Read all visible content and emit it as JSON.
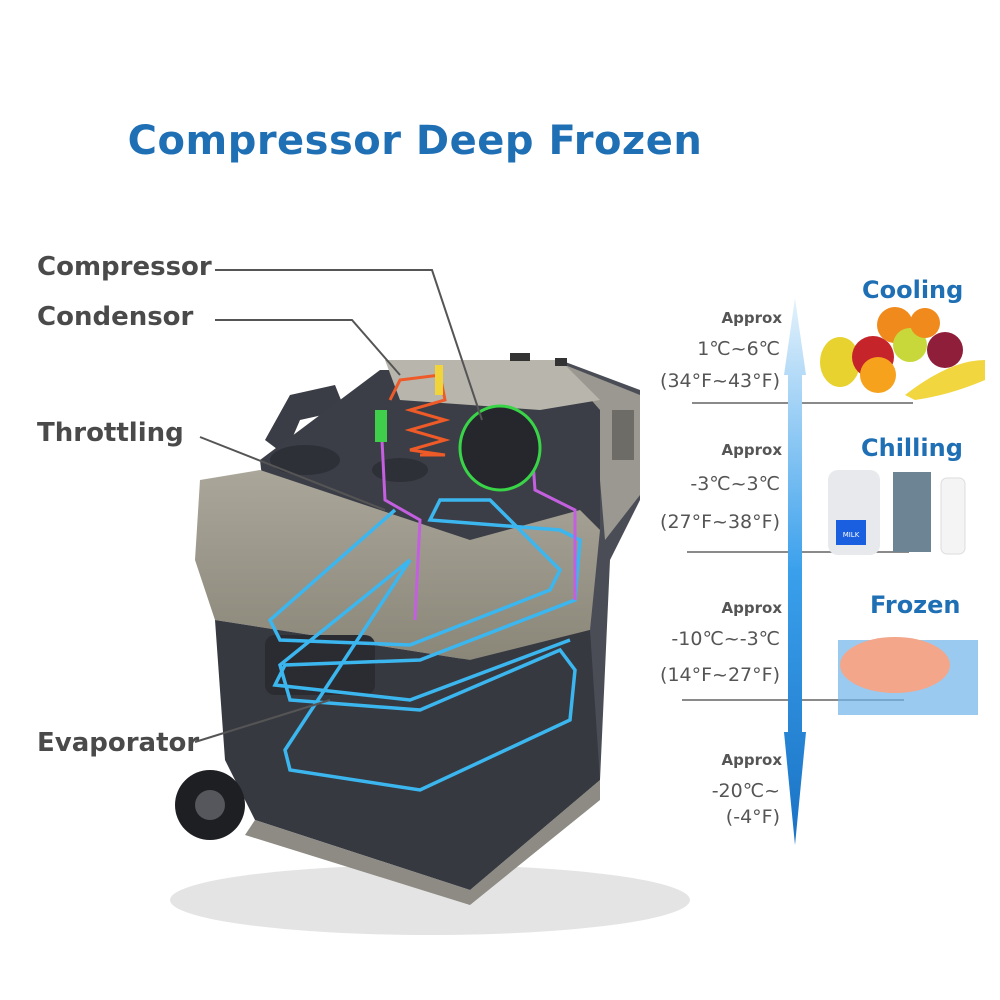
{
  "title": "Compressor Deep Frozen",
  "parts": {
    "compressor": "Compressor",
    "condensor": "Condensor",
    "throttling": "Throttling",
    "evaporator": "Evaporator"
  },
  "zones": [
    {
      "name": "Cooling",
      "approx": "Approx",
      "celsius": "1℃~6℃",
      "fahrenheit": "(34°F~43°F)"
    },
    {
      "name": "Chilling",
      "approx": "Approx",
      "celsius": "-3℃~3℃",
      "fahrenheit": "(27°F~38°F)"
    },
    {
      "name": "Frozen",
      "approx": "Approx",
      "celsius": "-10℃~-3℃",
      "fahrenheit": "(14°F~27°F)"
    },
    {
      "name": "",
      "approx": "Approx",
      "celsius": "-20℃~",
      "fahrenheit": "(-4°F)"
    }
  ],
  "milk_label": "MILK",
  "colors": {
    "accent": "#1f6fb5",
    "arrow_top": "#d6ecfb",
    "arrow_bottom": "#1a7fd0"
  }
}
